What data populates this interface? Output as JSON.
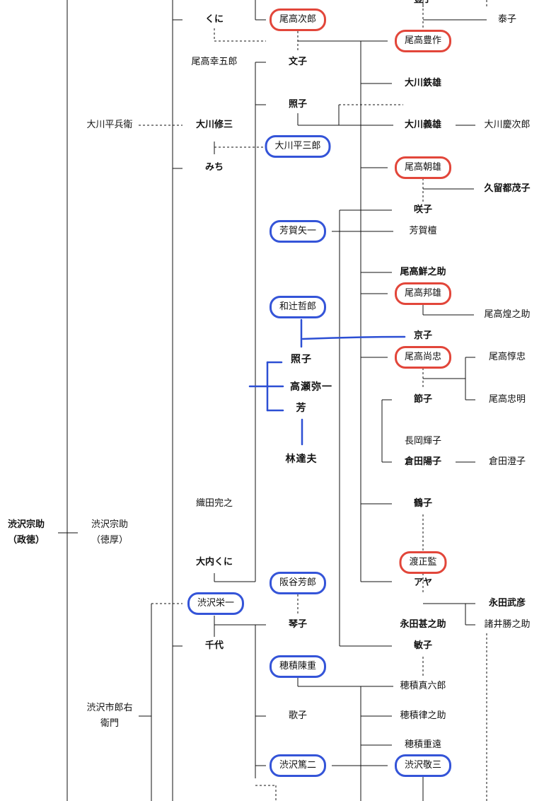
{
  "colors": {
    "red": "#e2463a",
    "blue": "#3454d8",
    "line": "#111111",
    "hand_line": "#2c4fd4"
  },
  "people": {
    "toyo_top": "豊子",
    "taiko": "泰子",
    "kuni": "くに",
    "odaka_jiro": "尾高次郎",
    "odaka_toyosaku": "尾高豊作",
    "odaka_kogoro": "尾高幸五郎",
    "fumiko": "文子",
    "okawa_tetsuo": "大川鉄雄",
    "teruko": "照子",
    "okawa_heibee": "大川平兵衛",
    "okawa_shuzo": "大川修三",
    "okawa_yoshio": "大川義雄",
    "okawa_keijiro": "大川慶次郎",
    "okawa_heizaburo": "大川平三郎",
    "michi": "みち",
    "odaka_asao": "尾高朝雄",
    "kurutsu_shigeko": "久留都茂子",
    "sakiko": "咲子",
    "haga_yaichi": "芳賀矢一",
    "haga_mayumi": "芳賀檀",
    "odaka_senosuke": "尾高鮮之助",
    "odaka_kunio": "尾高邦雄",
    "watsuji_tetsuro": "和辻哲郎",
    "odaka_konosuke": "尾高煌之助",
    "kyoko": "京子",
    "teruko2": "照子",
    "odaka_hisatada": "尾高尚忠",
    "odaka_atsutada": "尾高惇忠",
    "takase_yaichi": "高瀬弥一",
    "setsuko": "節子",
    "kaori": "芳",
    "odaka_tadaaki": "尾高忠明",
    "hayashi_tatsuo": "林達夫",
    "nagaoka_teruko": "長岡輝子",
    "kurata_yoko": "倉田陽子",
    "kurata_sumiko": "倉田澄子",
    "oda_kanshi": "織田完之",
    "tsuruko": "鶴子",
    "shibusawa_sosuke_left": "渋沢宗助",
    "masanori": "（政徳）",
    "shibusawa_sosuke_mid": "渋沢宗助",
    "tokuatsu": "（徳厚）",
    "ouchi_kuni": "大内くに",
    "watari_masakane": "渡正監",
    "saka_yoshiro": "阪谷芳郎",
    "aya": "アヤ",
    "shibusawa_eiichi": "渋沢栄一",
    "nagata_takehiko": "永田武彦",
    "kotoko": "琴子",
    "nagata_jinnosuke": "永田甚之助",
    "moroi_katsunosuke": "諸井勝之助",
    "chiyo": "千代",
    "toshiko": "敏子",
    "hozumi_nobushige": "穂積陳重",
    "hozumi_shinrokuro": "穂積真六郎",
    "ichirouemon_1": "渋沢市郎右",
    "ichirouemon_2": "衛門",
    "utako": "歌子",
    "hozumi_ritsunosuke": "穂積律之助",
    "hozumi_shigeto": "穂積重遠",
    "shibusawa_tokuji": "渋沢篤二",
    "shibusawa_keizo": "渋沢敬三"
  }
}
